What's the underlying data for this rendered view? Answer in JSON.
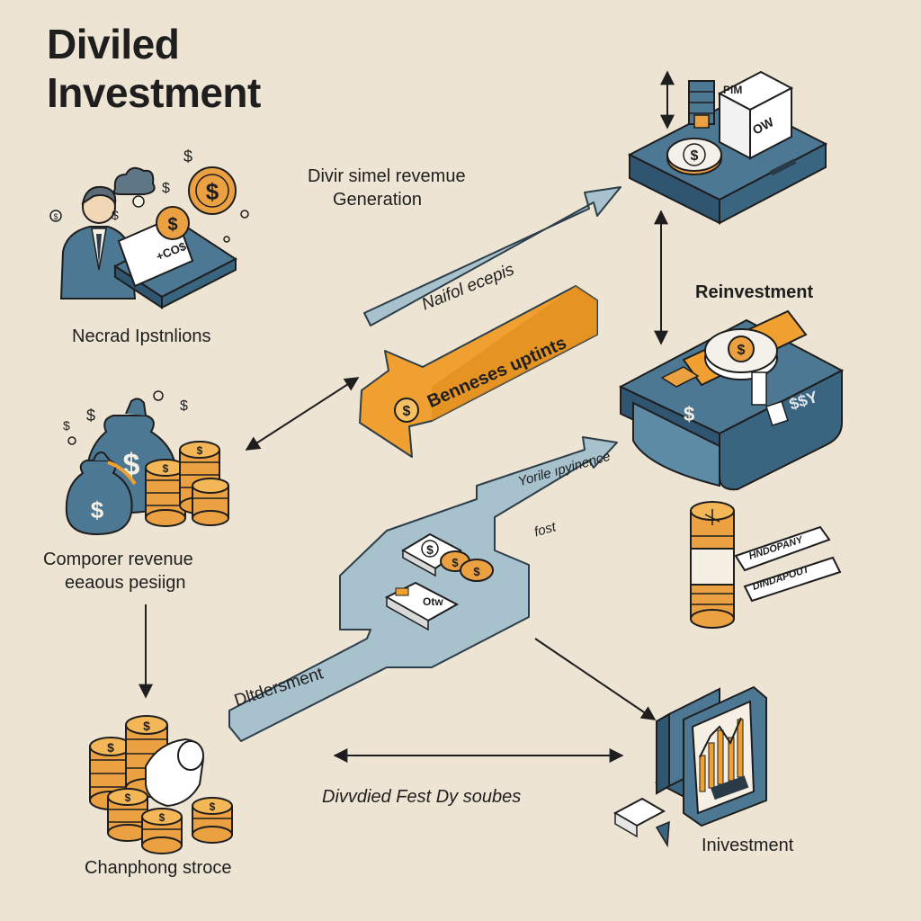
{
  "title": "Diviled Investment",
  "labels": {
    "top_left": "Necrad Ipstnlions",
    "revenue_line1": "Divir simel revemue",
    "revenue_line2": "Generation",
    "reinvestment": "Reinvestment",
    "compound_line1": "Comporer revenue",
    "compound_line2": "eeaous pesiign",
    "yorile_line1": "Yorile ıpyinence",
    "yorile_line2": "fost",
    "chanphong": "Chanphong stroce",
    "dividied": "Divvdied Fest Dy soubes",
    "inivestment": "Inivestment",
    "dlt": "Dltdersment"
  },
  "arrows": {
    "blue_top": "Naifol ecepis",
    "orange": "Benneses uptints"
  },
  "card_text": {
    "tag1": "HNDOPANY",
    "tag2": "DINDAPOUT",
    "box_mark": "PiM",
    "box_side": "OW",
    "machine_side": "$$Y",
    "bill_small": "Otw"
  },
  "colors": {
    "background": "#ede4d3",
    "blue": "#4d7894",
    "light_blue": "#a7c1cd",
    "orange": "#f0a030",
    "coin": "#eba042",
    "ink": "#1e1e1e"
  }
}
